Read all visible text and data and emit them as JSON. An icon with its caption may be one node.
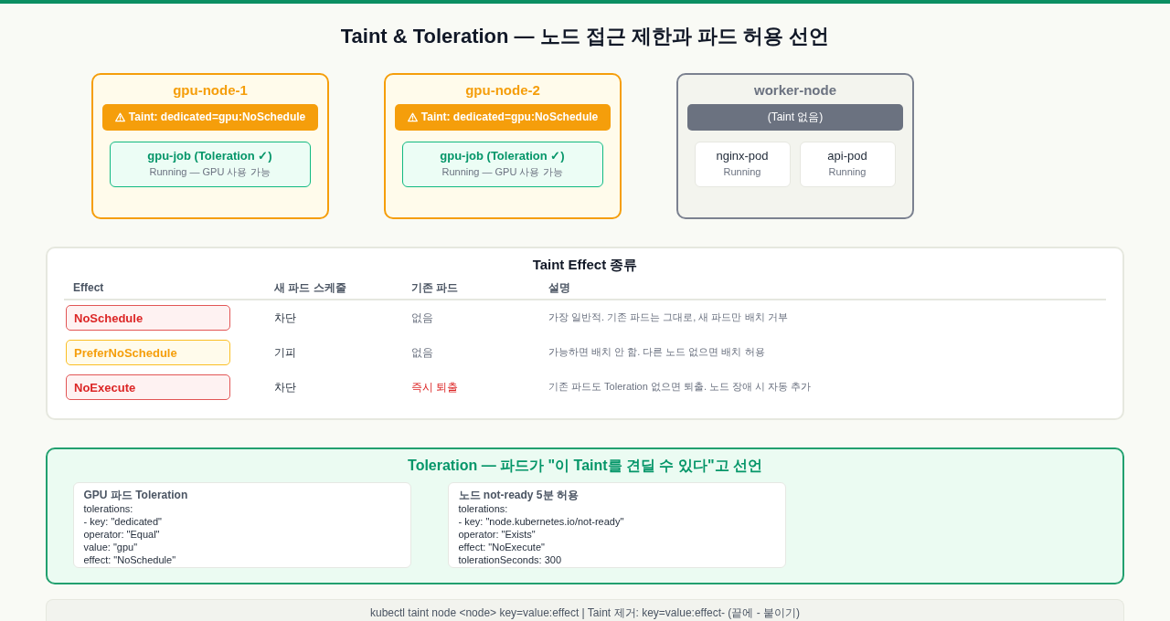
{
  "diagram": {
    "title": "Taint & Toleration — 노드 접근 제한과 파드 허용 선언",
    "nodes": [
      {
        "text": [
          "gpu-node-1"
        ]
      },
      {
        "text": [
          "Taint: dedicated=gpu:NoSchedule"
        ],
        "in": 0
      },
      {
        "text": [
          "gpu-job (Toleration ✓)",
          "Running — GPU 사용 가능"
        ],
        "in": 0
      },
      {
        "text": [
          "gpu-node-2"
        ]
      },
      {
        "text": [
          "Taint: dedicated=gpu:NoSchedule"
        ],
        "in": 3
      },
      {
        "text": [
          "gpu-job (Toleration ✓)",
          "Running — GPU 사용 가능"
        ],
        "in": 3
      },
      {
        "text": [
          "worker-node"
        ]
      },
      {
        "text": [
          "(Taint 없음)"
        ],
        "in": 6
      },
      {
        "text": [
          "nginx-pod",
          "Running"
        ],
        "in": 6
      },
      {
        "text": [
          "api-pod",
          "Running"
        ],
        "in": 6
      },
      {
        "text": [
          "Taint Effect 종류",
          "Effect",
          "새 파드 스케줄",
          "기존 파드",
          "설명",
          "차단",
          "없음",
          "가장 일반적. 기존 파드는 그대로, 새 파드만 배치 거부",
          "기피",
          "없음",
          "가능하면 배치 안 함. 다른 노드 없으면 배치 허용",
          "차단",
          "즉시 퇴출",
          "기존 파드도 Toleration 없으면 퇴출. 노드 장애 시 자동 추가"
        ]
      },
      {
        "text": [
          "NoSchedule"
        ],
        "in": 10
      },
      {
        "text": [
          "PreferNoSchedule"
        ],
        "in": 10
      },
      {
        "text": [
          "NoExecute"
        ],
        "in": 10
      },
      {
        "text": [
          "Toleration — 파드가 \"이 Taint를 견딜 수 있다\"고 선언"
        ]
      },
      {
        "text": [
          "GPU 파드 Toleration",
          "tolerations:",
          "- key: \"dedicated\"",
          "operator: \"Equal\"",
          "value: \"gpu\"",
          "effect: \"NoSchedule\""
        ],
        "in": 14
      },
      {
        "text": [
          "노드 not-ready 5분 허용",
          "tolerations:",
          "- key: \"node.kubernetes.io/not-ready\"",
          "operator: \"Exists\"",
          "effect: \"NoExecute\"",
          "tolerationSeconds: 300"
        ],
        "in": 14
      },
      {
        "text": [
          "kubectl taint node <node> key=value:effect | Taint 제거: key=value:effect- (끝에 - 붙이기)"
        ]
      }
    ]
  }
}
